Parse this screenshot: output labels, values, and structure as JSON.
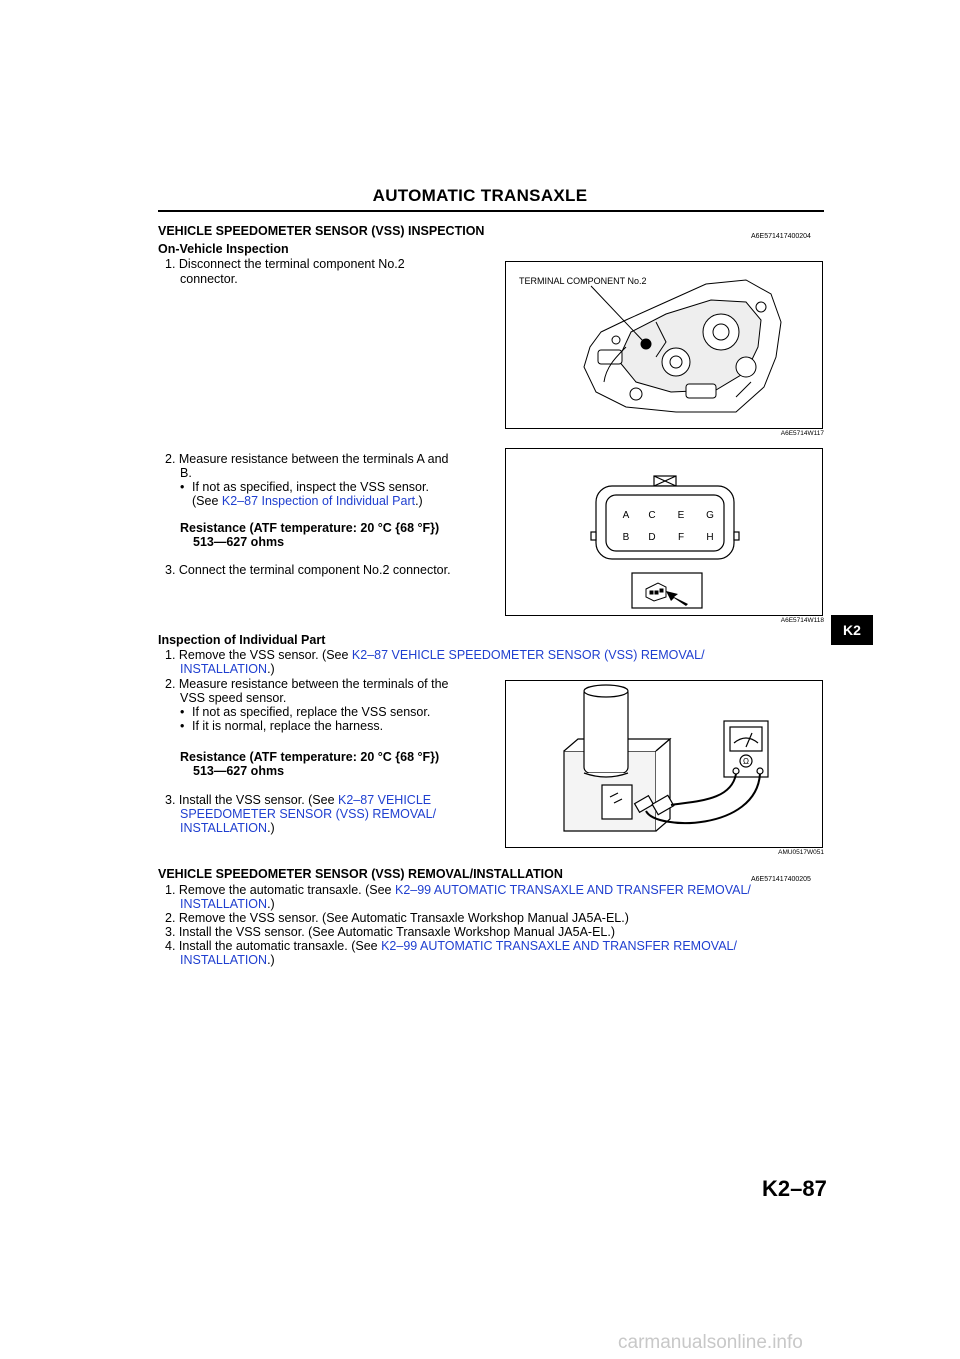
{
  "header": {
    "title": "AUTOMATIC TRANSAXLE"
  },
  "tab_label": "K2",
  "page_number": "K2–87",
  "footer": "carmanualsonline.info",
  "section1": {
    "title": "VEHICLE SPEEDOMETER SENSOR (VSS) INSPECTION",
    "code": "A6E571417400204",
    "sub1": "On-Vehicle Inspection",
    "step1": [
      "1. Disconnect the terminal component No.2",
      "connector."
    ],
    "step2": [
      "2. Measure resistance between the terminals A and",
      "B."
    ],
    "step2_bullet_a": "If not as specified, inspect the VSS sensor.",
    "step2_bullet_b_pre": "(See ",
    "step2_bullet_b_link": "K2–87 Inspection of Individual Part",
    "step2_bullet_b_post": ".)",
    "spec1_label": "Resistance (ATF temperature: 20 °C {68 °F})",
    "spec1_value": "513—627 ohms",
    "step3": "3. Connect the terminal component No.2 connector.",
    "sub2": "Inspection of Individual Part",
    "p1_pre": "1. Remove the VSS sensor. (See ",
    "p1_link_a": "K2–87 VEHICLE SPEEDOMETER SENSOR (VSS) REMOVAL/",
    "p1_link_b": "INSTALLATION",
    "p1_post": ".)",
    "p2": [
      "2. Measure resistance between the terminals of the",
      "VSS speed sensor."
    ],
    "p2_bullet_a": "If not as specified, replace the VSS sensor.",
    "p2_bullet_b": "If it is normal, replace the harness.",
    "spec2_label": "Resistance (ATF temperature: 20 °C {68 °F})",
    "spec2_value": "513—627 ohms",
    "p3_pre": "3. Install the VSS sensor. (See ",
    "p3_link_a": "K2–87 VEHICLE",
    "p3_link_b": "SPEEDOMETER SENSOR (VSS) REMOVAL/",
    "p3_link_c": "INSTALLATION",
    "p3_post": ".)"
  },
  "section2": {
    "title": "VEHICLE SPEEDOMETER SENSOR (VSS) REMOVAL/INSTALLATION",
    "code": "A6E571417400205",
    "s1_pre": "1. Remove the automatic transaxle. (See ",
    "s1_link_a": "K2–99 AUTOMATIC TRANSAXLE AND TRANSFER REMOVAL/",
    "s1_link_b": "INSTALLATION",
    "s1_post": ".)",
    "s2": "2. Remove the VSS sensor. (See Automatic Transaxle Workshop Manual JA5A-EL.)",
    "s3": "3. Install the VSS sensor. (See Automatic Transaxle Workshop Manual JA5A-EL.)",
    "s4_pre": "4. Install the automatic transaxle. (See ",
    "s4_link_a": "K2–99 AUTOMATIC TRANSAXLE AND TRANSFER REMOVAL/",
    "s4_link_b": "INSTALLATION",
    "s4_post": ".)"
  },
  "figures": {
    "fig1": {
      "code": "A6E5714W117",
      "label": "TERMINAL COMPONENT No.2"
    },
    "fig2": {
      "code": "A6E5714W118",
      "terminals_top": [
        "A",
        "C",
        "E",
        "G"
      ],
      "terminals_bottom": [
        "B",
        "D",
        "F",
        "H"
      ]
    },
    "fig3": {
      "code": "AMU0517W051",
      "meter_symbol": "Ω"
    }
  }
}
